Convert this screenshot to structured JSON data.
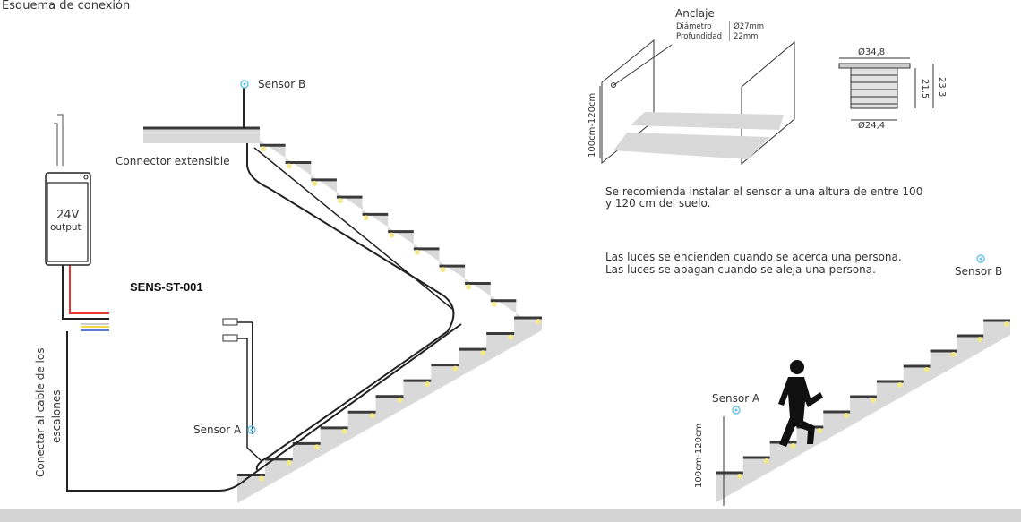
{
  "title": "Esquema de conexión",
  "left_diagram": {
    "sensor_b": "Sensor B",
    "sensor_a": "Sensor A",
    "connector": "Connector extensible",
    "psu_voltage": "24V",
    "psu_label": "output",
    "model": "SENS-ST-001",
    "cable_note_line1": "Conectar al cable de los",
    "cable_note_line2": "escalones"
  },
  "anchor": {
    "title": "Anclaje",
    "diameter_label": "Diámetro",
    "diameter_value": "Ø27mm",
    "depth_label": "Profundidad",
    "depth_value": "22mm",
    "height_range": "100cm-120cm"
  },
  "dimensions": {
    "top_diameter": "Ø34,8",
    "bottom_diameter": "Ø24,4",
    "body_height": "21,5",
    "total_height": "23,3"
  },
  "notes": {
    "install_line1": "Se recomienda instalar el sensor a una altura de entre 100",
    "install_line2": "y 120 cm del suelo.",
    "behavior_line1": "Las luces se encienden cuando se acerca una persona.",
    "behavior_line2": "Las luces se apagan cuando se aleja una persona."
  },
  "right_diagram": {
    "sensor_a": "Sensor A",
    "sensor_b": "Sensor B",
    "height_range": "100cm-120cm"
  },
  "colors": {
    "stair": "#d9d9d9",
    "tread": "#3a3a3a",
    "light": "#f3ea8c",
    "sensor": "#6cc4e8",
    "red_wire": "#e53935"
  }
}
